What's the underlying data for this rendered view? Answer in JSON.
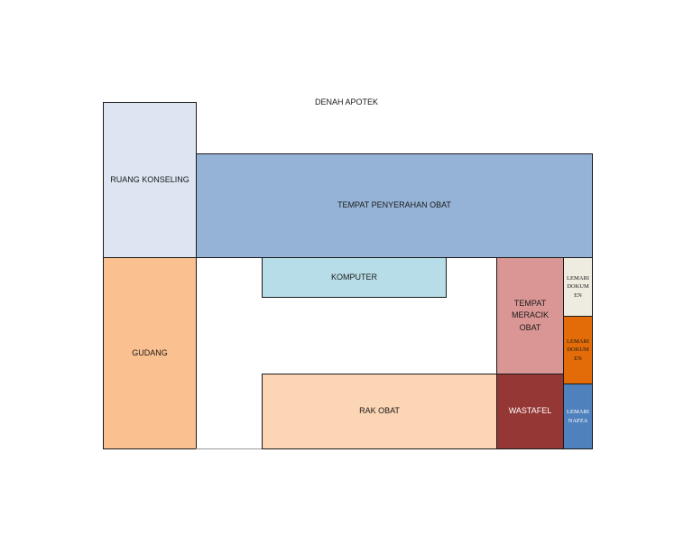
{
  "title": "DENAH APOTEK",
  "rooms": {
    "ruang_konseling": {
      "label": "RUANG KONSELING",
      "color": "#DCE5F1"
    },
    "tempat_penyerahan_obat": {
      "label": "TEMPAT PENYERAHAN OBAT",
      "color": "#95B3D7"
    },
    "gudang": {
      "label": "GUDANG",
      "color": "#FAC090"
    },
    "komputer": {
      "label": "KOMPUTER",
      "color": "#B7DEE8"
    },
    "rak_obat": {
      "label": "RAK OBAT",
      "color": "#FCD5B4"
    },
    "tempat_meracik_obat": {
      "label_lines": [
        "TEMPAT",
        "MERACIK",
        "OBAT"
      ],
      "color": "#D99694"
    },
    "wastafel": {
      "label": "WASTAFEL",
      "color": "#953735"
    },
    "lemari_dokumen_1": {
      "label": "LEMARI DOKUMEN",
      "color": "#EEECE1"
    },
    "lemari_dokumen_2": {
      "label": "LEMARI DOKUMEN",
      "color": "#E36C09"
    },
    "lemari_napza": {
      "label": "LEMARI NAPZA",
      "color": "#4F81BD"
    }
  }
}
